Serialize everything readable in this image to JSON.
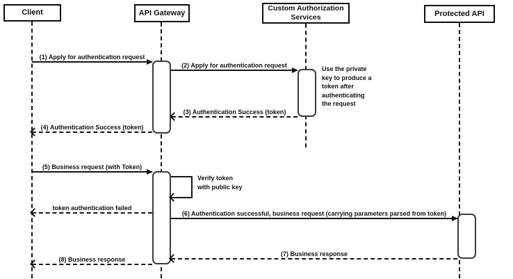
{
  "diagram": {
    "type": "sequence-diagram",
    "participants": [
      {
        "name": "Client"
      },
      {
        "name": "API Gateway"
      },
      {
        "name": "Custom Authorization Services"
      },
      {
        "name": "Protected API"
      }
    ],
    "messages": [
      {
        "label": "(1) Apply for authentication request",
        "from": "Client",
        "to": "API Gateway",
        "style": "solid"
      },
      {
        "label": "(2) Apply for authentication request",
        "from": "API Gateway",
        "to": "Custom Authorization Services",
        "style": "solid"
      },
      {
        "label": "(3) Authentication Success (token)",
        "from": "Custom Authorization Services",
        "to": "API Gateway",
        "style": "dashed"
      },
      {
        "label": "(4) Authentication Success (token)",
        "from": "API Gateway",
        "to": "Client",
        "style": "dashed"
      },
      {
        "label": "(5) Business request (with Token)",
        "from": "Client",
        "to": "API Gateway",
        "style": "solid"
      },
      {
        "label": "token authentication failed",
        "from": "API Gateway",
        "to": "Client",
        "style": "dashed"
      },
      {
        "label": "(6) Authentication successful, business request (carrying parameters parsed from token)",
        "from": "API Gateway",
        "to": "Protected API",
        "style": "solid"
      },
      {
        "label": "(7) Business response",
        "from": "Protected API",
        "to": "API Gateway",
        "style": "dashed"
      },
      {
        "label": "(8) Business response",
        "from": "API Gateway",
        "to": "Client",
        "style": "dashed"
      }
    ],
    "self_message": {
      "label": "Verify token\nwith public key",
      "on": "API Gateway"
    },
    "note": {
      "text": "Use the private\nkey to produce a\ntoken after\nauthenticating\nthe request",
      "near": "Custom Authorization Services"
    },
    "colors": {
      "line": "#141414",
      "activation_border": "#3b3b3b",
      "background": "#ffffff"
    }
  }
}
